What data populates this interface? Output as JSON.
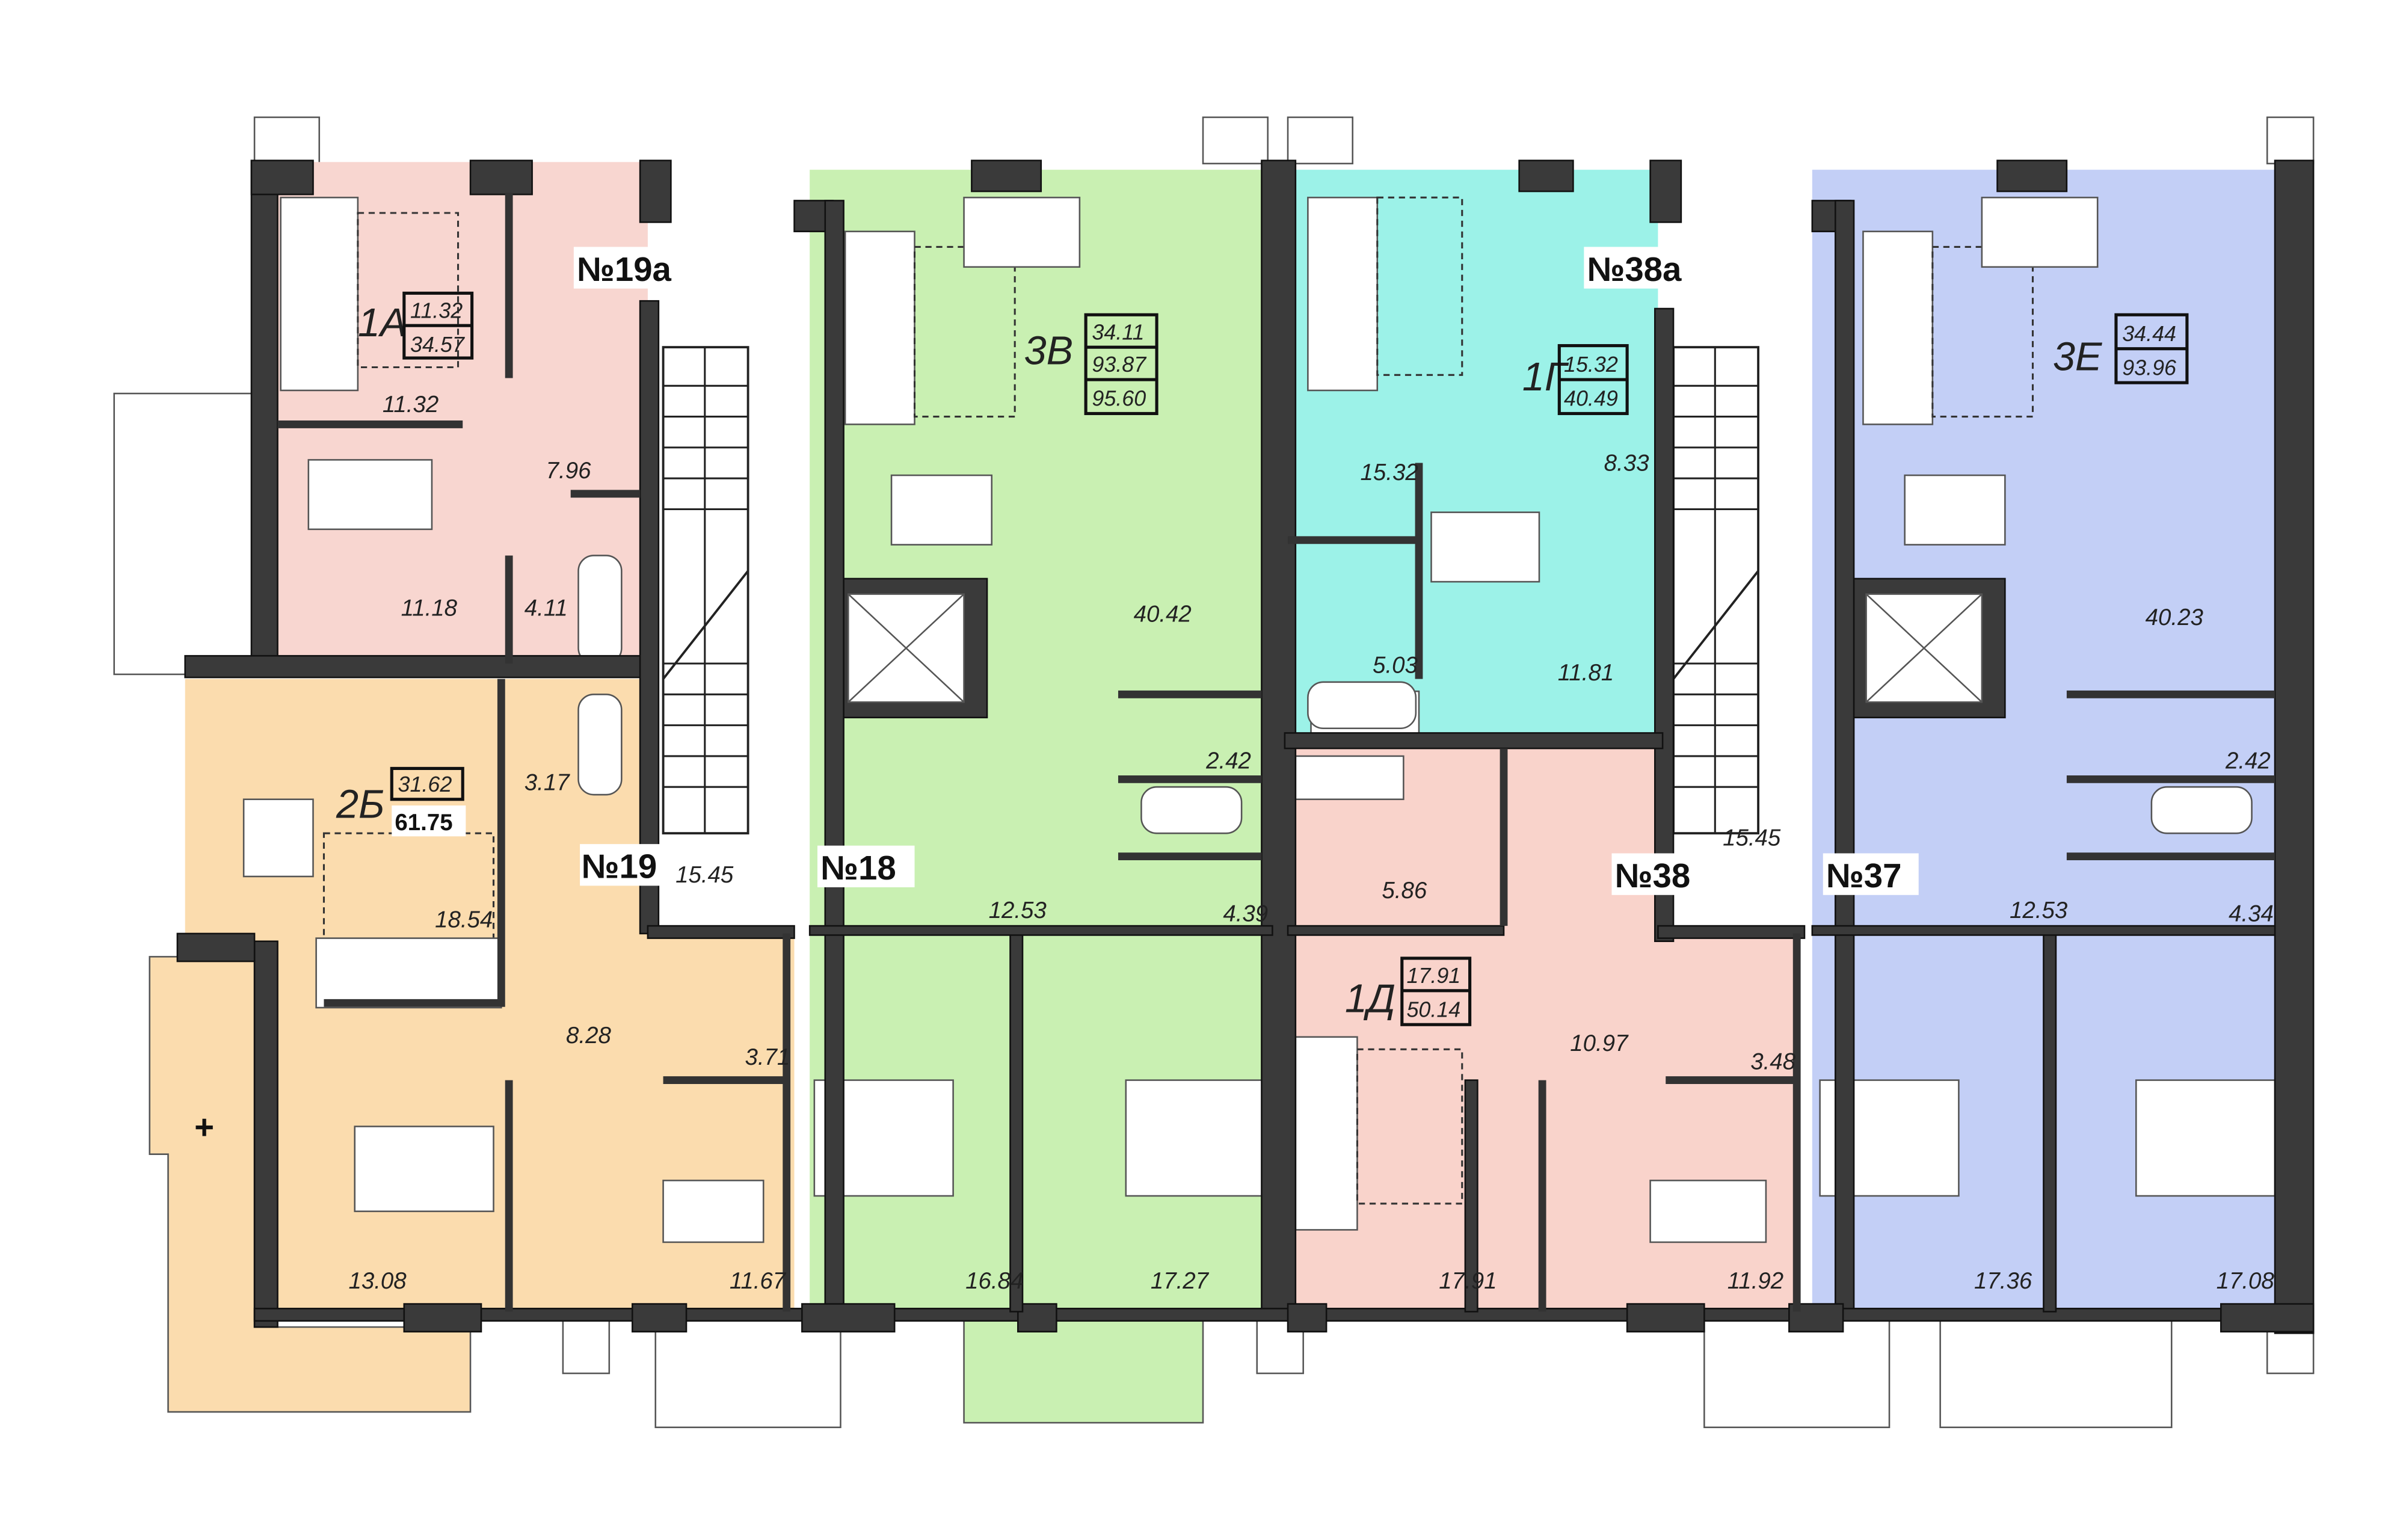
{
  "colors": {
    "apt_1a": "#f8d6d0",
    "apt_2b": "#fbdcae",
    "apt_3v": "#c9f0b2",
    "apt_1g": "#9cf2e8",
    "apt_1d": "#f9d3cb",
    "apt_3e": "#c3cff6",
    "wall": "#3a3a3a"
  },
  "entrances": [
    {
      "label": "№19а"
    },
    {
      "label": "№19"
    },
    {
      "label": "№18"
    },
    {
      "label": "№38а"
    },
    {
      "label": "№38"
    },
    {
      "label": "№37"
    }
  ],
  "stair_areas": [
    "15.45",
    "15.45"
  ],
  "apartments": [
    {
      "code": "1А",
      "box": [
        "11.32",
        "34.57"
      ],
      "rooms": [
        "11.32",
        "7.96",
        "11.18",
        "4.11"
      ]
    },
    {
      "code": "2Б",
      "box": [
        "31.62",
        "61.75"
      ],
      "rooms": [
        "3.17",
        "18.54",
        "8.28",
        "3.71",
        "13.08",
        "11.67"
      ],
      "balcony_mark": "+"
    },
    {
      "code": "3В",
      "box": [
        "34.11",
        "93.87",
        "95.60"
      ],
      "rooms": [
        "40.42",
        "2.42",
        "12.53",
        "4.39",
        "16.84",
        "17.27"
      ]
    },
    {
      "code": "1Г",
      "box": [
        "15.32",
        "40.49"
      ],
      "rooms": [
        "15.32",
        "8.33",
        "5.03",
        "11.81"
      ]
    },
    {
      "code": "1Д",
      "box": [
        "17.91",
        "50.14"
      ],
      "rooms": [
        "5.86",
        "10.97",
        "3.48",
        "17.91",
        "11.92"
      ]
    },
    {
      "code": "3Е",
      "box": [
        "34.44",
        "93.96"
      ],
      "rooms": [
        "40.23",
        "2.42",
        "12.53",
        "4.34",
        "17.36",
        "17.08"
      ]
    }
  ]
}
